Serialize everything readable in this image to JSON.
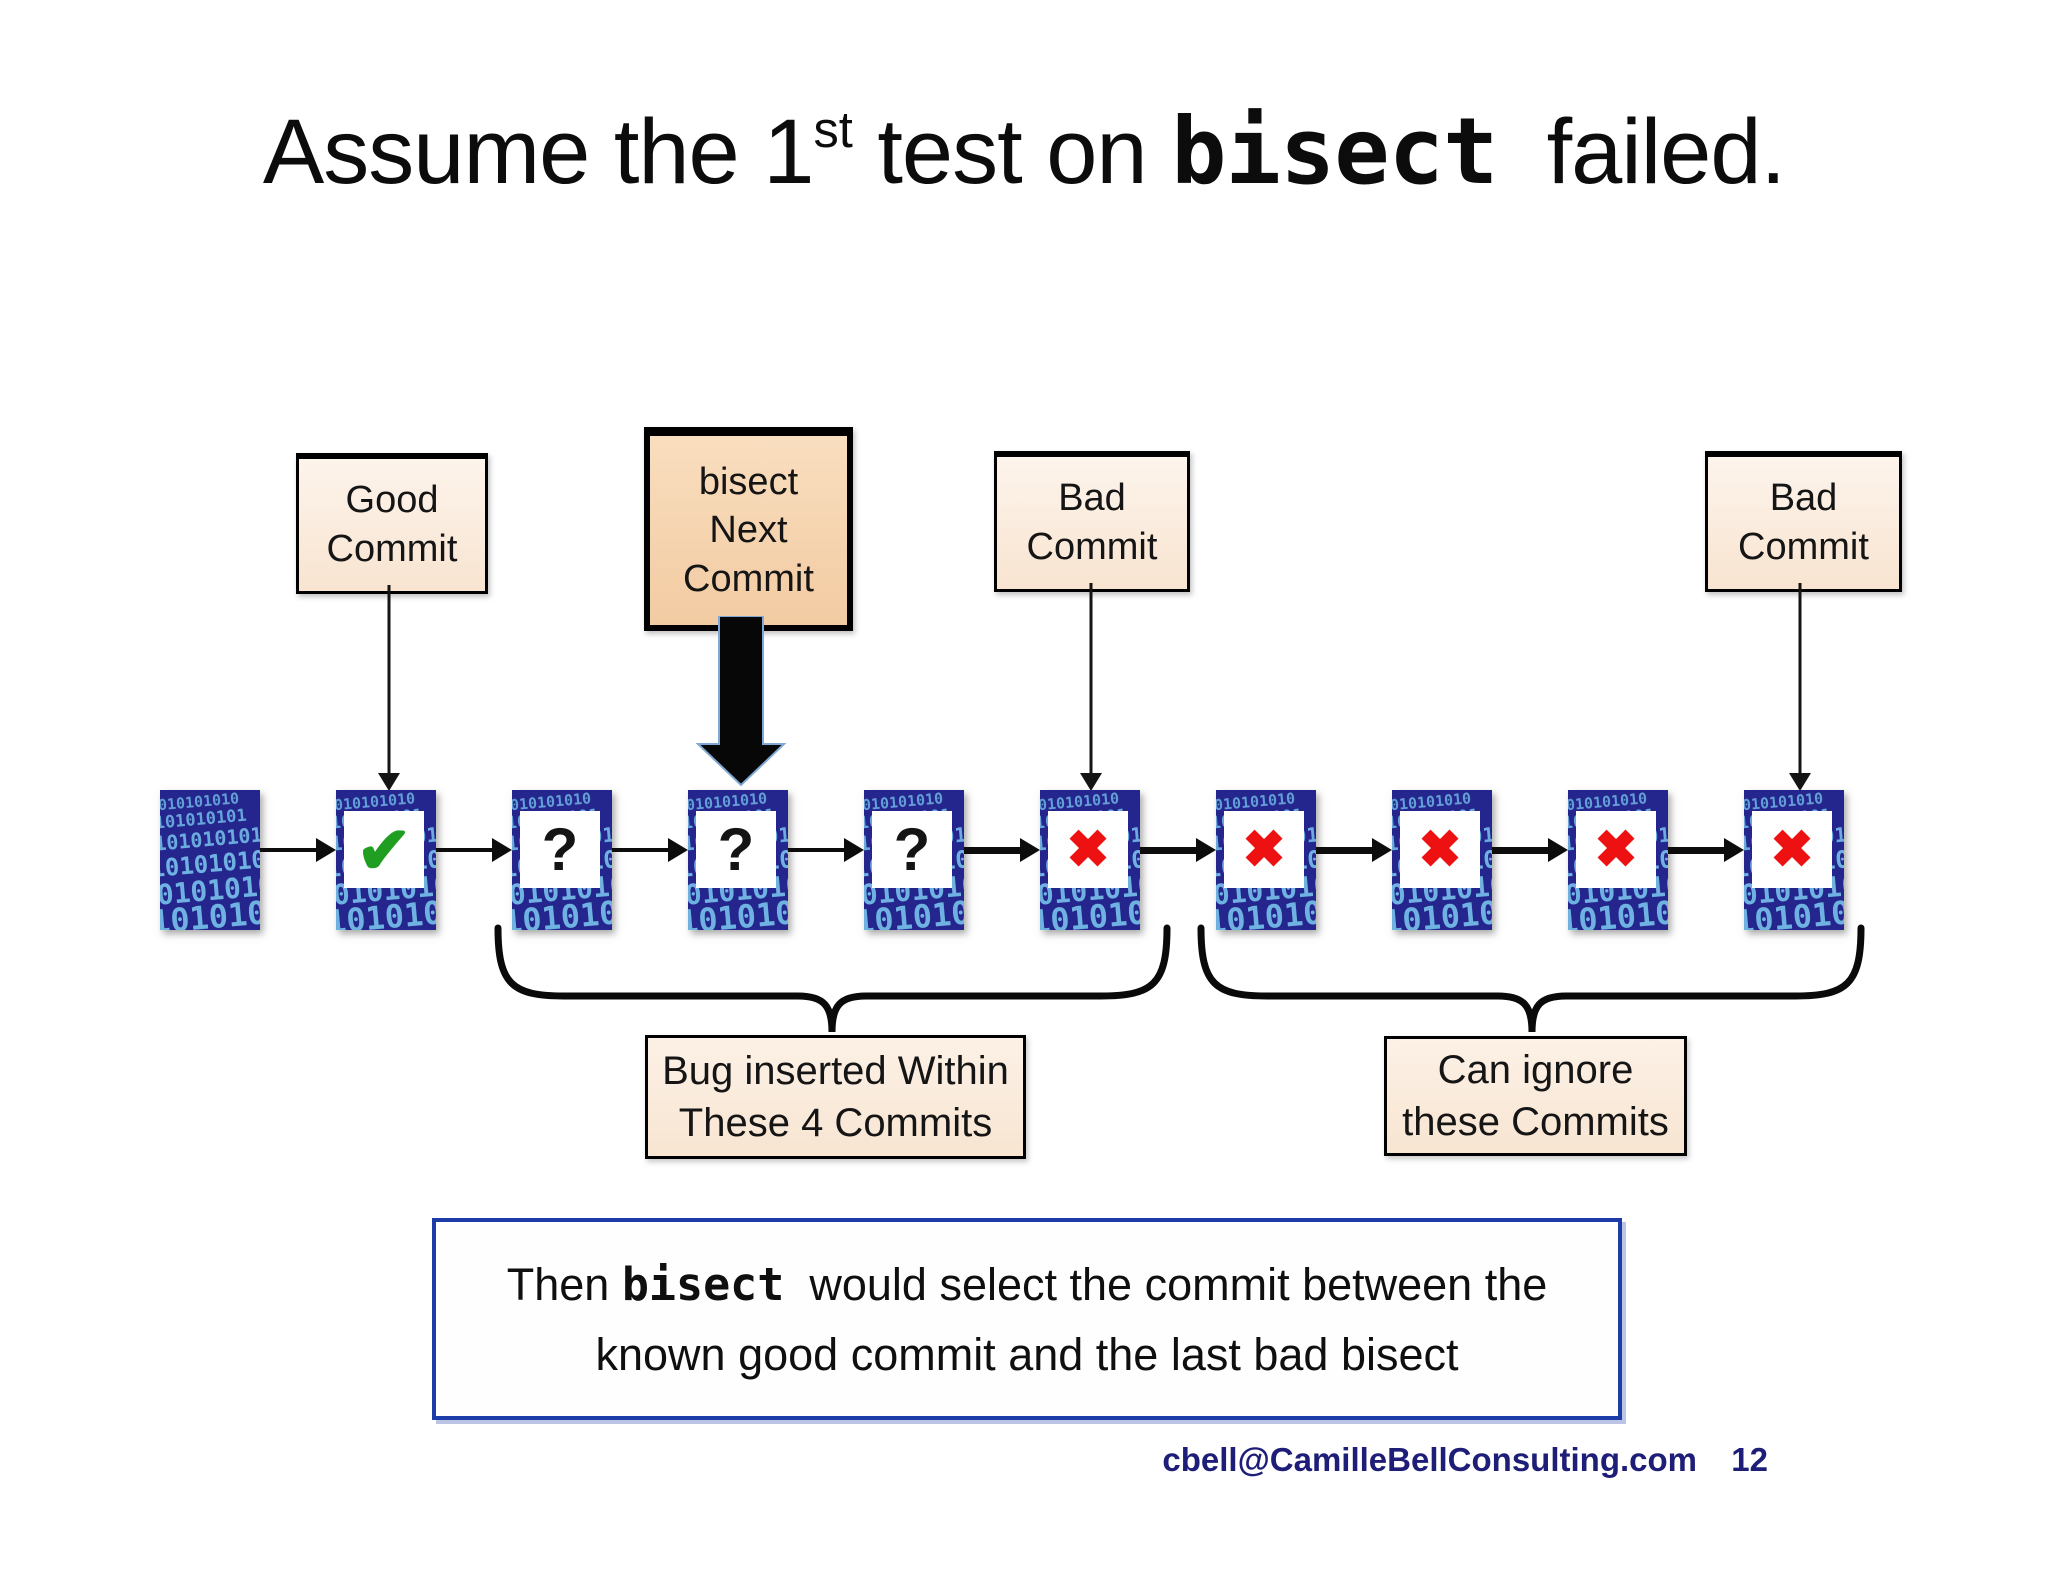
{
  "title": {
    "prefix": "Assume the 1",
    "sup": "st",
    "middle": " test on ",
    "code": "bisect",
    "suffix": "  failed."
  },
  "boxes": {
    "good_commit": {
      "lines": [
        "Good",
        "Commit"
      ]
    },
    "bisect_next": {
      "lines": [
        "bisect",
        "Next",
        "Commit"
      ]
    },
    "bad_commit_1": {
      "lines": [
        "Bad",
        "Commit"
      ]
    },
    "bad_commit_2": {
      "lines": [
        "Bad",
        "Commit"
      ]
    }
  },
  "commits": [
    {
      "symbol": "none"
    },
    {
      "symbol": "check"
    },
    {
      "symbol": "question"
    },
    {
      "symbol": "question"
    },
    {
      "symbol": "question"
    },
    {
      "symbol": "x"
    },
    {
      "symbol": "x"
    },
    {
      "symbol": "x"
    },
    {
      "symbol": "x"
    },
    {
      "symbol": "x"
    }
  ],
  "symbols": {
    "check": "✔",
    "question": "?",
    "x": "✖"
  },
  "brace_labels": {
    "bug": {
      "lines": [
        "Bug inserted Within",
        "These 4 Commits"
      ]
    },
    "ignore": {
      "lines": [
        "Can ignore",
        "these Commits"
      ]
    }
  },
  "conclusion": {
    "pre": "Then ",
    "code": "bisect",
    "post": "  would select the commit between the",
    "line2": "known good commit and the last bad bisect"
  },
  "footer": {
    "email": "cbell@CamilleBellConsulting.com",
    "page": "12"
  },
  "colors": {
    "peach_light": "#fbeee0",
    "peach_dark": "#f6d8b8",
    "check_green": "#1f9e22",
    "x_red": "#ee1111",
    "binary_bg": "#271f89",
    "binary_digits": "#6fb2e2",
    "conclusion_border_blue": "#1e3ca8",
    "footer_navy": "#1e1e78"
  }
}
